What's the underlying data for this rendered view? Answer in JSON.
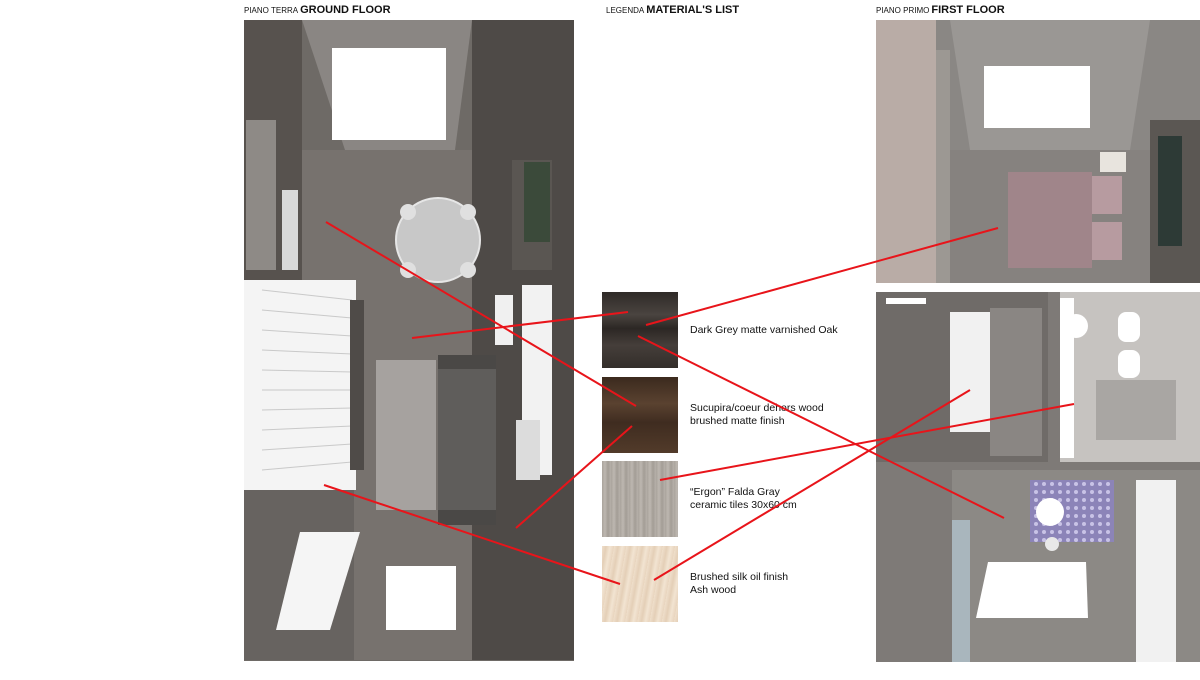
{
  "headings": {
    "ground": {
      "small": "PIANO TERRA",
      "big": "GROUND FLOOR"
    },
    "legend": {
      "small": "LEGENDA",
      "big": "MATERIAL'S LIST"
    },
    "first": {
      "small": "PIANO PRIMO",
      "big": "FIRST FLOOR"
    }
  },
  "materials": [
    {
      "label": "Dark Grey matte varnished Oak",
      "swatch_color": "#3f3935"
    },
    {
      "label": "Sucupira/coeur dehors wood\nbrushed matte finish",
      "swatch_color": "#4a3526"
    },
    {
      "label": "“Ergon” Falda Gray\nceramic tiles 30x60 cm",
      "swatch_color": "#b2aca5"
    },
    {
      "label": "Brushed  silk oil  finish\nAsh wood",
      "swatch_color": "#ebd9c4"
    }
  ],
  "colors": {
    "leader_line": "#e8141a",
    "wall": "#5e5a56",
    "floor": "#77726e"
  }
}
